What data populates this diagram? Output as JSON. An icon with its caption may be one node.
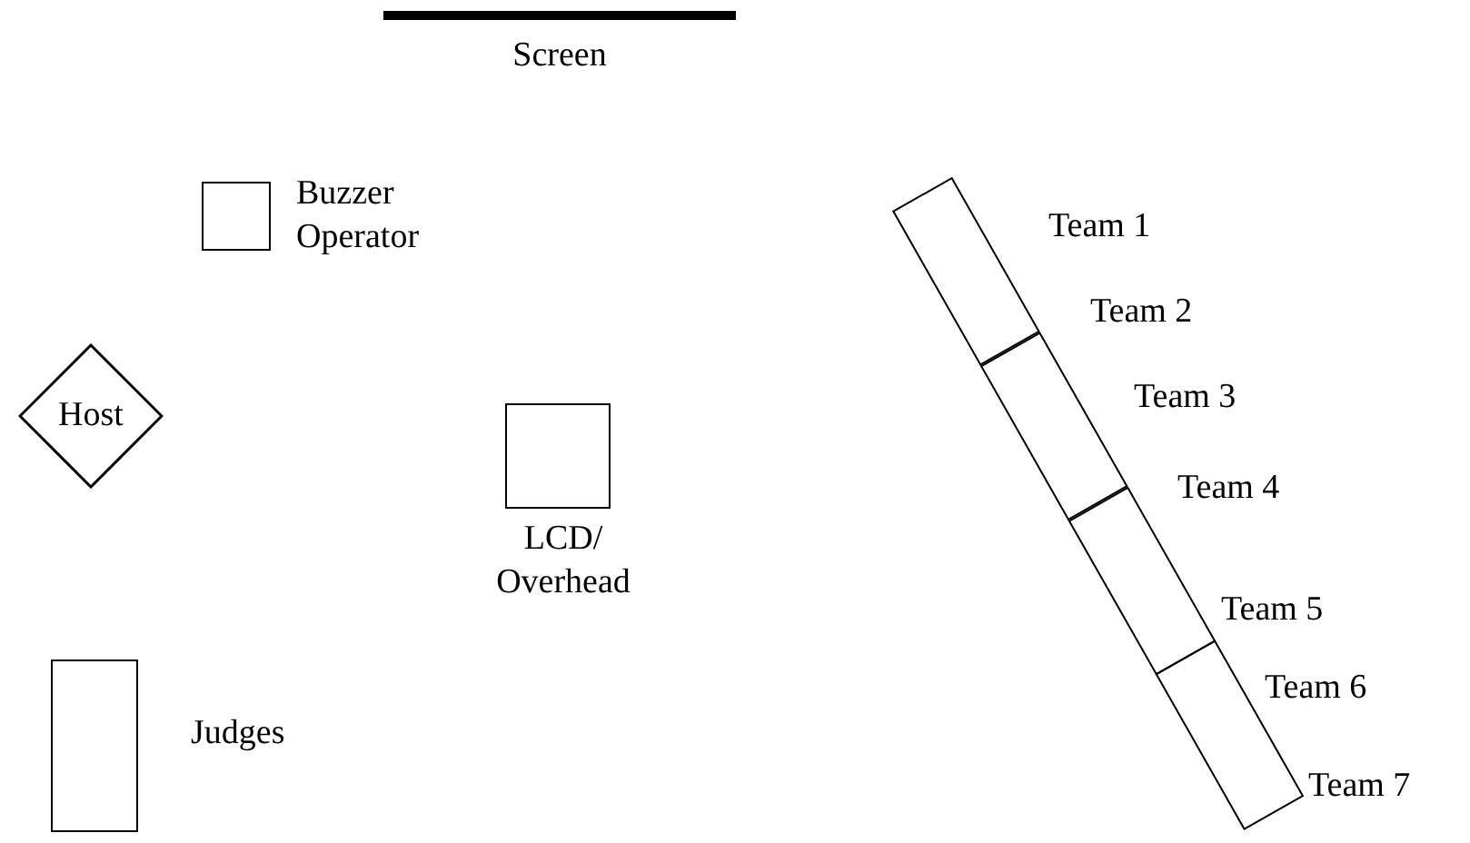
{
  "diagram": {
    "nodes": [
      {
        "text": [],
        "shape": "bar",
        "beside": [
          "Screen"
        ]
      },
      {
        "text": [],
        "shape": "box",
        "beside": [
          "Buzzer Operator"
        ]
      },
      {
        "text": [
          "Host"
        ]
      },
      {
        "text": [],
        "shape": "box",
        "beside": [
          "LCD/ Overhead"
        ]
      },
      {
        "text": [],
        "shape": "box",
        "beside": [
          "Judges"
        ]
      },
      {
        "text": [],
        "shape": "box"
      },
      {
        "text": [],
        "shape": "box"
      },
      {
        "text": [],
        "shape": "box"
      },
      {
        "text": [],
        "shape": "box"
      }
    ],
    "edges": [],
    "labels": [
      "Team 1",
      "Team 2",
      "Team 3",
      "Team 4",
      "Team 5",
      "Team 6",
      "Team 7"
    ]
  }
}
